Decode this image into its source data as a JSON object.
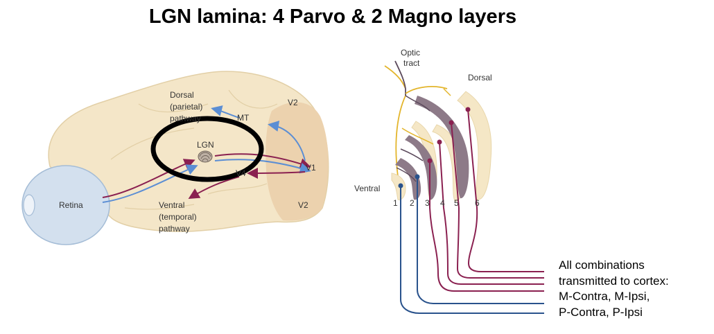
{
  "title": "LGN lamina: 4 Parvo & 2 Magno layers",
  "brain": {
    "labels": {
      "dorsal_1": "Dorsal",
      "dorsal_2": "(parietal)",
      "dorsal_3": "pathway",
      "mt": "MT",
      "v2_top": "V2",
      "lgn": "LGN",
      "v4": "V4",
      "v1": "V1",
      "v2_bottom": "V2",
      "retina": "Retina",
      "ventral_1": "Ventral",
      "ventral_2": "(temporal)",
      "ventral_3": "pathway"
    }
  },
  "lgn_layers": {
    "optic_tract_1": "Optic",
    "optic_tract_2": "tract",
    "dorsal": "Dorsal",
    "ventral": "Ventral",
    "layer_numbers": [
      "1",
      "2",
      "3",
      "4",
      "5",
      "6"
    ]
  },
  "note": {
    "lines": [
      "All combinations",
      "transmitted to cortex:",
      "M-Contra, M-Ipsi,",
      "P-Contra, P-Ipsi"
    ]
  },
  "colors": {
    "brain_fill": "#f4e6c8",
    "visual_cortex": "#ecd2ae",
    "eye_fill": "#d3e0ee",
    "magno_blue": "#29528c",
    "parvo_red": "#8a2050",
    "arrow_blue": "#5b8ed4",
    "koniocellular_yellow": "#e3b52c",
    "layer_dark": "#8d7a88",
    "layer_light": "#f5e7c6",
    "highlight_ring": "#000000"
  }
}
